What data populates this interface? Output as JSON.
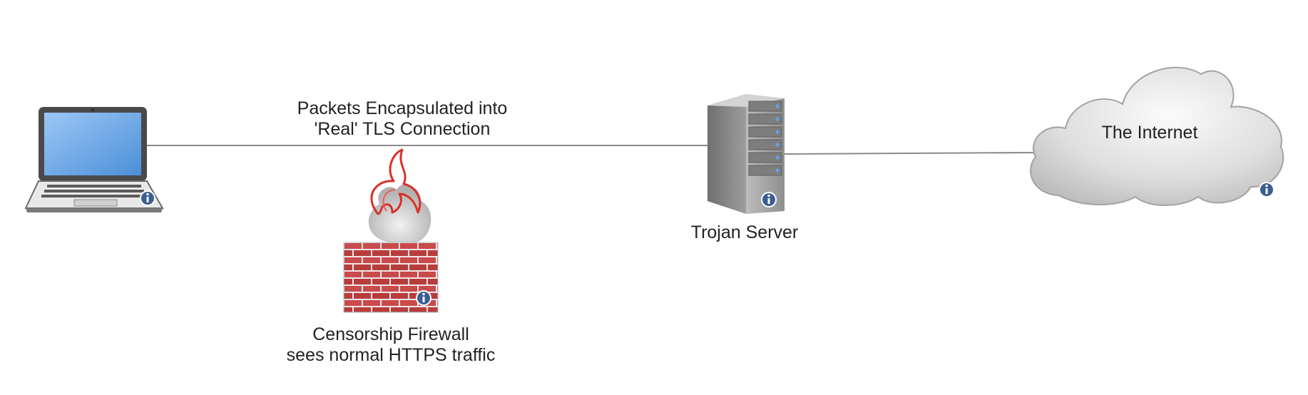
{
  "connection": {
    "line1": "Packets Encapsulated into",
    "line2": "'Real' TLS Connection"
  },
  "server": {
    "label": "Trojan Server"
  },
  "internet": {
    "label": "The Internet"
  },
  "firewall": {
    "line1": "Censorship Firewall",
    "line2": "sees normal HTTPS traffic"
  },
  "icons": {
    "laptop": "laptop-icon",
    "server": "server-icon",
    "cloud": "cloud-icon",
    "firewall": "firewall-icon",
    "info": "info-icon"
  },
  "colors": {
    "line": "#8a8a8a",
    "info_badge": "#3b5d91",
    "brick": "#c94a4a",
    "flame": "#d9302a",
    "screen": "#5a9be0"
  }
}
